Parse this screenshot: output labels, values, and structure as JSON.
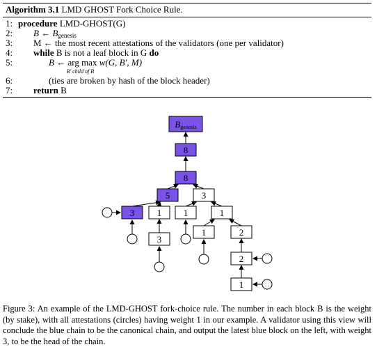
{
  "algorithm": {
    "label": "Algorithm 3.1",
    "title": "LMD GHOST Fork Choice Rule.",
    "lines": [
      {
        "num": "1:",
        "kw": "procedure",
        "text": "LMD-GHOST(G)"
      },
      {
        "num": "2:",
        "text": "B ← B",
        "sub": "genesis"
      },
      {
        "num": "3:",
        "text": "M ← the most recent attestations of the validators (one per validator)"
      },
      {
        "num": "4:",
        "kw": "while",
        "text": "B is not a leaf block in G",
        "kw2": "do"
      },
      {
        "num": "5:",
        "text_pre": "B ←",
        "argmax": "arg max",
        "argsub": "B′ child of B",
        "text_post": "w(G, B′, M)"
      },
      {
        "num": "6:",
        "text": "(ties are broken by hash of the block header)"
      },
      {
        "num": "7:",
        "kw": "return",
        "text": "B"
      }
    ]
  },
  "tree": {
    "genesis_label": "B",
    "genesis_sub": "genesis",
    "blocks": [
      "8",
      "8",
      "5",
      "3",
      "3",
      "1",
      "1",
      "1",
      "3",
      "1",
      "2",
      "2",
      "1"
    ],
    "colors": {
      "canonical": "#7b52e8",
      "normal": "#ffffff",
      "stroke": "#000000"
    }
  },
  "caption": {
    "label": "Figure 3:",
    "text": "An example of the LMD-GHOST fork-choice rule. The number in each block B is the weight (by stake), with all attestations (circles) having weight 1 in our example. A validator using this view will conclude the blue chain to be the canonical chain, and output the latest blue block on the left, with weight 3, to be the head of the chain."
  }
}
